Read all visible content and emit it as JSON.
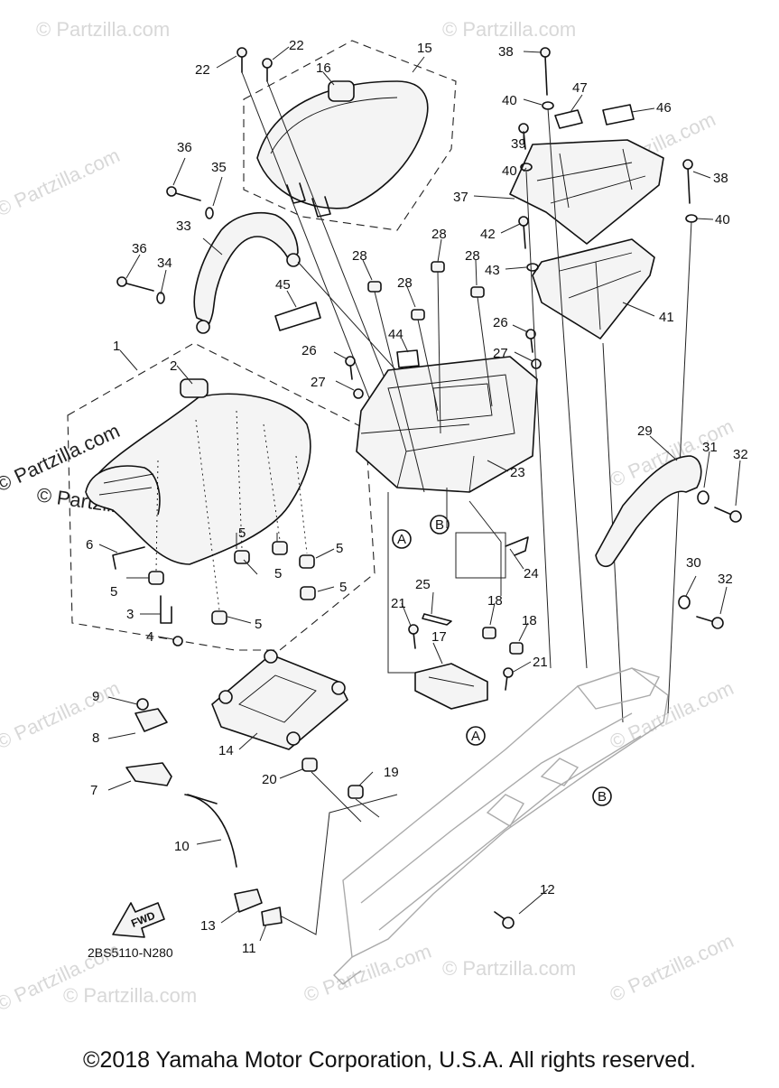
{
  "diagram": {
    "code": "2BS5110-N280",
    "fwd_label": "FWD",
    "watermark": "© Partzilla.com",
    "watermark_main": "© Partzilla.com",
    "ref_marks": [
      "A",
      "B"
    ],
    "copyright": "©2018 Yamaha Motor Corporation, U.S.A. All rights reserved.",
    "callouts": [
      "1",
      "2",
      "3",
      "4",
      "5",
      "6",
      "7",
      "8",
      "9",
      "10",
      "11",
      "12",
      "13",
      "14",
      "15",
      "16",
      "17",
      "18",
      "19",
      "20",
      "21",
      "22",
      "23",
      "24",
      "25",
      "26",
      "27",
      "28",
      "29",
      "30",
      "31",
      "32",
      "33",
      "34",
      "35",
      "36",
      "37",
      "38",
      "39",
      "40",
      "41",
      "42",
      "43",
      "44",
      "45",
      "46",
      "47"
    ]
  }
}
